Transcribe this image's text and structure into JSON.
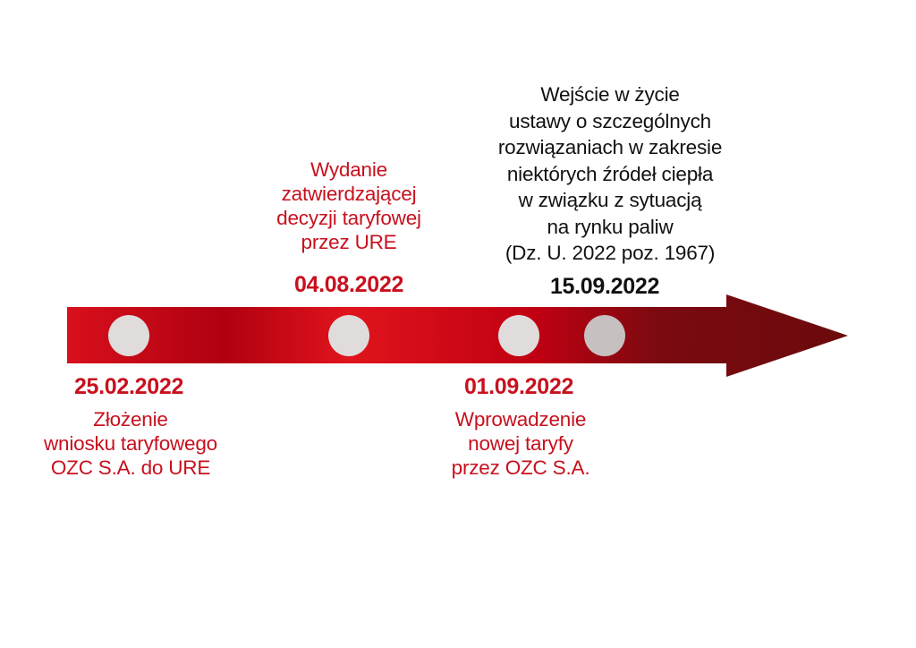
{
  "colors": {
    "accent_red": "#c8101e",
    "arrow_start": "#d8101c",
    "arrow_mid": "#c00012",
    "arrow_end": "#6b0a0c",
    "marker_light": "#e1dcdc",
    "marker_dark": "#c6c0c0",
    "dark_text": "#111111"
  },
  "timeline": {
    "events": [
      {
        "date": "25.02.2022",
        "description": [
          "Złożenie",
          "wniosku taryfowego",
          "OZC S.A. do URE"
        ]
      },
      {
        "date": "04.08.2022",
        "description": [
          "Wydanie",
          "zatwierdzającej",
          "decyzji taryfowej",
          "przez URE"
        ]
      },
      {
        "date": "01.09.2022",
        "description": [
          "Wprowadzenie",
          "nowej taryfy",
          "przez OZC S.A."
        ]
      },
      {
        "date": "15.09.2022",
        "description": [
          "Wejście w życie",
          "ustawy o szczególnych",
          "rozwiązaniach w zakresie",
          "niektórych źródeł ciepła",
          "w związku z sytuacją",
          "na rynku paliw",
          "(Dz. U. 2022 poz. 1967)"
        ]
      }
    ]
  }
}
